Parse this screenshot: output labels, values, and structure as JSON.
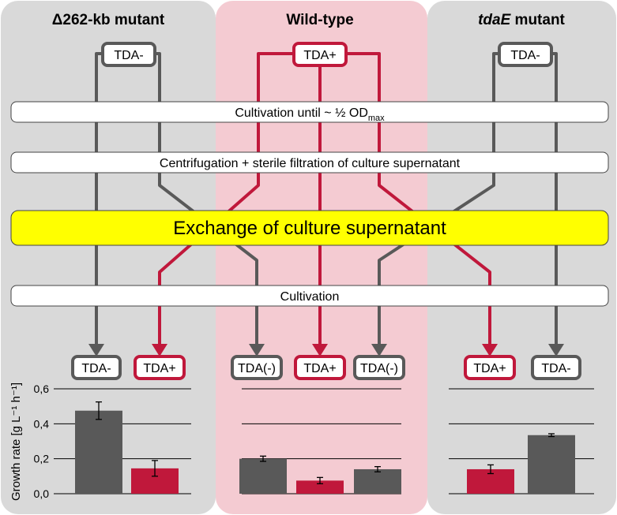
{
  "panels": [
    {
      "title_bold": "Δ262-kb mutant",
      "title_rest": "",
      "title_italic": false,
      "top_tag": "TDA-"
    },
    {
      "title_bold": "Wild-type",
      "title_rest": "",
      "title_italic": false,
      "top_tag": "TDA+"
    },
    {
      "title_bold": "tdaE",
      "title_rest": " mutant",
      "title_italic": true,
      "top_tag": "TDA-"
    }
  ],
  "steps": {
    "cultivation_half": "Cultivation until ~ ½ OD",
    "cultivation_half_sub": "max",
    "centrifugation": "Centrifugation + sterile filtration of culture supernatant",
    "exchange": "Exchange of culture supernatant",
    "cultivation": "Cultivation"
  },
  "bottom_tags": [
    "TDA-",
    "TDA+",
    "TDA(-)",
    "TDA+",
    "TDA(-)",
    "TDA+",
    "TDA-"
  ],
  "colors": {
    "grey_panel": "#d9d9d9",
    "pink_panel": "#f4cbd2",
    "grey_line": "#595959",
    "red_line": "#c0183b",
    "yellow": "#ffff00"
  },
  "chart_data": {
    "type": "bar",
    "ylabel": "Growth rate [g L⁻¹ h⁻¹]",
    "ylim": [
      0,
      0.6
    ],
    "yticks": [
      "0,0",
      "0,2",
      "0,4",
      "0,6"
    ],
    "grid": true,
    "groups": [
      {
        "bars": [
          {
            "label": "TDA-",
            "value": 0.475,
            "err": 0.05,
            "color": "grey"
          },
          {
            "label": "TDA+",
            "value": 0.145,
            "err": 0.045,
            "color": "red"
          }
        ]
      },
      {
        "bars": [
          {
            "label": "TDA(-)",
            "value": 0.2,
            "err": 0.015,
            "color": "grey"
          },
          {
            "label": "TDA+",
            "value": 0.075,
            "err": 0.018,
            "color": "red"
          },
          {
            "label": "TDA(-)",
            "value": 0.14,
            "err": 0.015,
            "color": "grey"
          }
        ]
      },
      {
        "bars": [
          {
            "label": "TDA+",
            "value": 0.14,
            "err": 0.025,
            "color": "red"
          },
          {
            "label": "TDA-",
            "value": 0.335,
            "err": 0.008,
            "color": "grey"
          }
        ]
      }
    ]
  }
}
